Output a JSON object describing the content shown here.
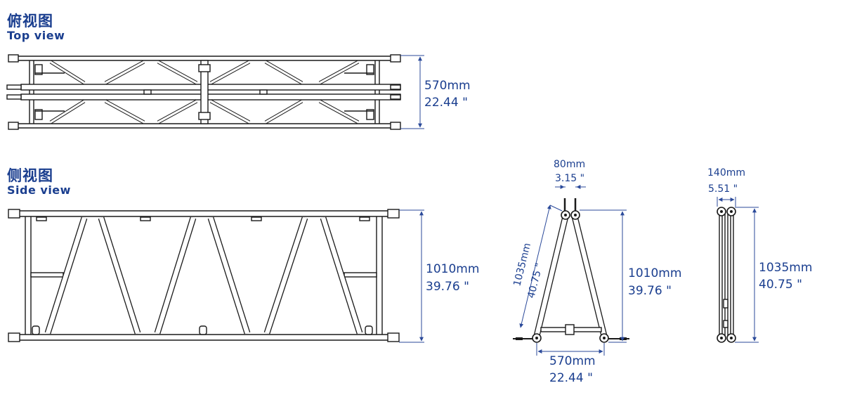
{
  "top_view": {
    "title_cn": "俯视图",
    "title_en": "Top view",
    "dim_mm": "570mm",
    "dim_in": "22.44 \""
  },
  "side_view": {
    "title_cn": "侧视图",
    "title_en": "Side view",
    "dim_mm": "1010mm",
    "dim_in": "39.76 \""
  },
  "end_view": {
    "top_mm": "80mm",
    "top_in": "3.15 \"",
    "diag_mm": "1035mm",
    "diag_in": "40.75 \"",
    "height_mm": "1010mm",
    "height_in": "39.76 \"",
    "bottom_mm": "570mm",
    "bottom_in": "22.44 \""
  },
  "folded_view": {
    "width_mm": "140mm",
    "width_in": "5.51 \"",
    "height_mm": "1035mm",
    "height_in": "40.75 \""
  },
  "colors": {
    "text": "#1a3e8f",
    "dim_line": "#2b4a9a",
    "drawing": "#1a1a1a"
  }
}
